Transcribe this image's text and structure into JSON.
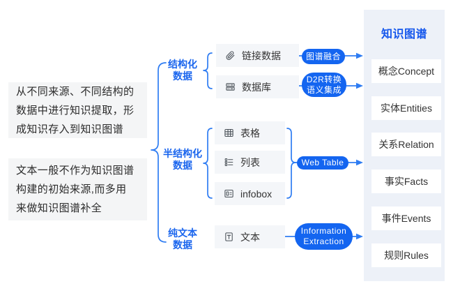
{
  "diagram": {
    "notes": [
      {
        "lines": [
          "从不同来源、不同结构的",
          "数据中进行知识提取，形",
          "成知识存入到知识图谱"
        ]
      },
      {
        "lines": [
          "文本一般不作为知识图谱",
          "构建的初始来源,而多用",
          "来做知识图谱补全"
        ]
      }
    ],
    "categories": [
      {
        "lines": [
          "结构化",
          "数据"
        ]
      },
      {
        "lines": [
          "半结构化",
          "数据"
        ]
      },
      {
        "lines": [
          "纯文本",
          "数据"
        ]
      }
    ],
    "sources": [
      {
        "icon": "paperclip-icon",
        "label": "链接数据"
      },
      {
        "icon": "database-icon",
        "label": "数据库"
      },
      {
        "icon": "table-icon",
        "label": "表格"
      },
      {
        "icon": "list-icon",
        "label": "列表"
      },
      {
        "icon": "infobox-icon",
        "label": "infobox"
      },
      {
        "icon": "text-file-icon",
        "label": "文本"
      }
    ],
    "badges": [
      {
        "lines": [
          "图谱融合"
        ]
      },
      {
        "lines": [
          "D2R转换",
          "语义集成"
        ]
      },
      {
        "lines": [
          "Web Table"
        ]
      },
      {
        "lines": [
          "Information",
          "Extraction"
        ]
      }
    ],
    "panel": {
      "title": "知识图谱",
      "items": [
        "概念Concept",
        "实体Entities",
        "关系Relation",
        "事实Facts",
        "事件Events",
        "规则Rules"
      ]
    },
    "colors": {
      "accent_blue": "#1465f0",
      "line_blue": "#2e7cf2",
      "label_blue": "#1b66ee",
      "note_bg": "#f4f5f6",
      "source_bg": "#f4f6f9",
      "panel_bg": "#edf1f8",
      "text_dark": "#333333"
    }
  }
}
